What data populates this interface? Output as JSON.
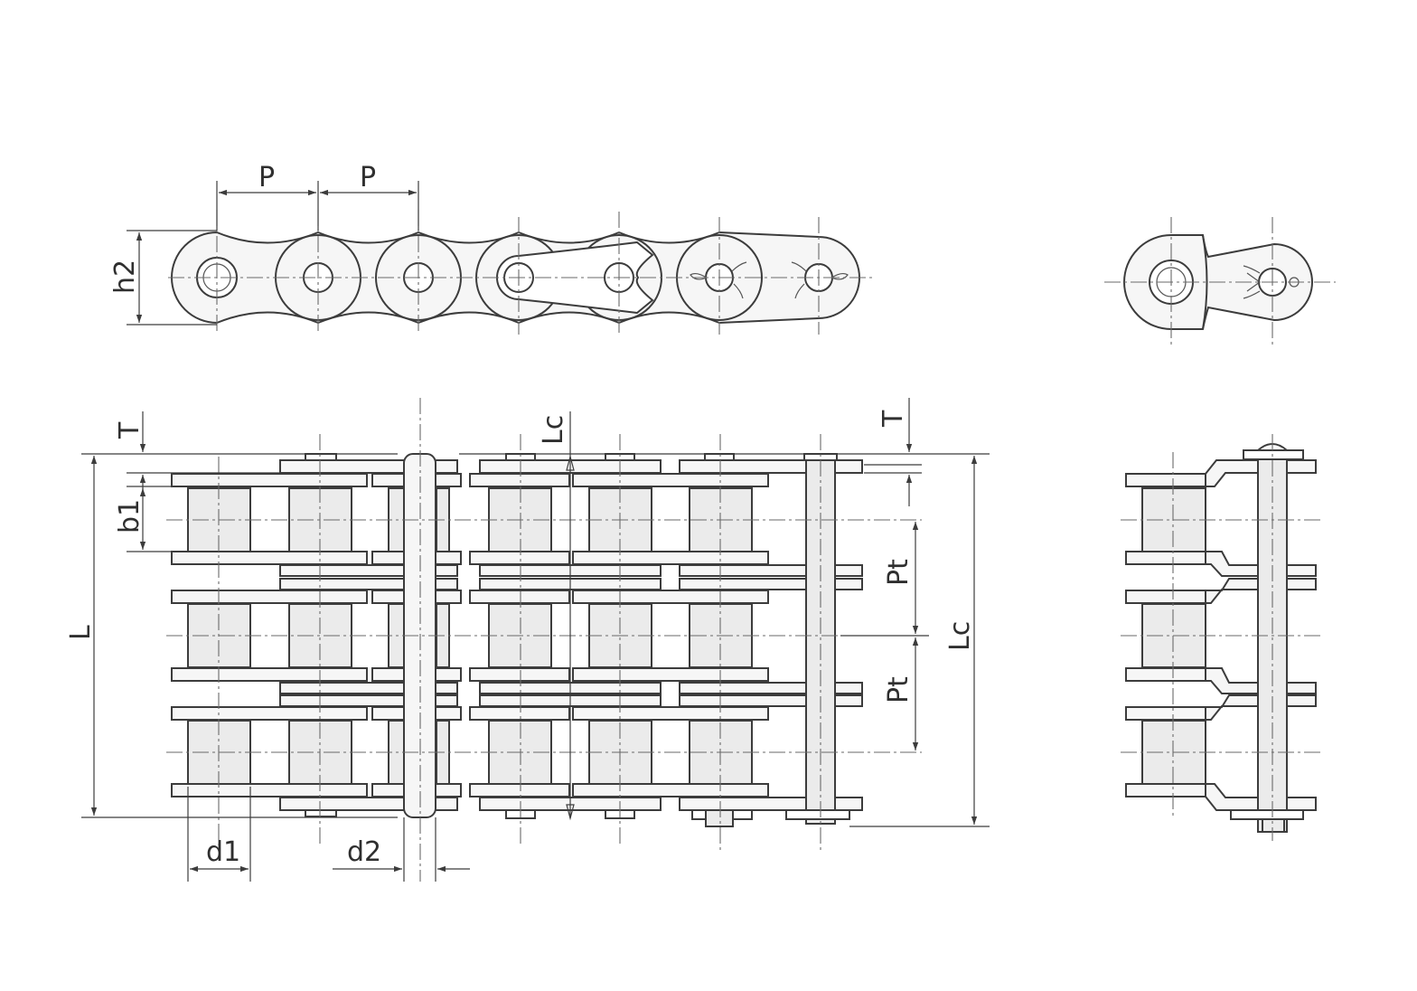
{
  "labels": {
    "pitch_1": "P",
    "pitch_2": "P",
    "plate_height": "h2",
    "plate_thickness_left": "T",
    "plate_thickness_right": "T",
    "connecting_length_top": "Lc",
    "inner_width": "b1",
    "overall_length": "L",
    "transverse_pitch_1": "Pt",
    "transverse_pitch_2": "Pt",
    "connecting_length_side": "Lc",
    "roller_diameter": "d1",
    "pin_diameter": "d2"
  },
  "colors": {
    "line": "#3c3c3c",
    "fill": "#ebebeb",
    "background": "#ffffff"
  }
}
